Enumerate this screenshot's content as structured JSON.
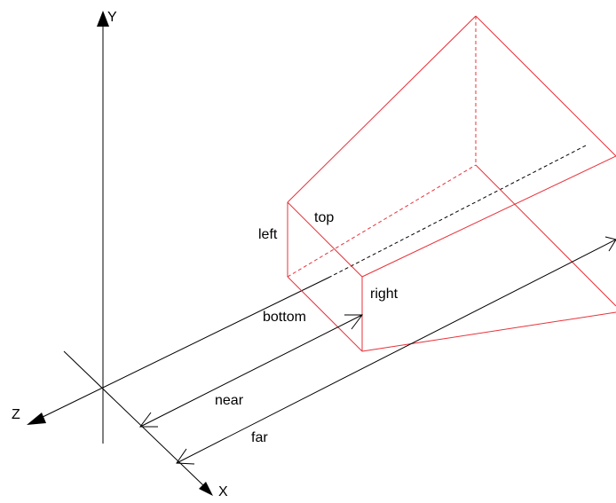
{
  "axes": {
    "x_label": "X",
    "y_label": "Y",
    "z_label": "Z"
  },
  "frustum": {
    "left_label": "left",
    "top_label": "top",
    "right_label": "right",
    "bottom_label": "bottom"
  },
  "dimensions": {
    "near_label": "near",
    "far_label": "far"
  },
  "colors": {
    "frustum": "#e8313a",
    "axes": "#000000",
    "background": "#ffffff"
  }
}
